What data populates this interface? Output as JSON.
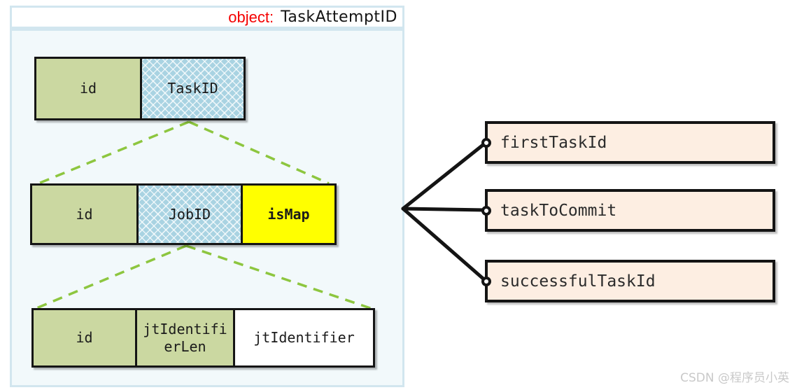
{
  "title": {
    "prefix": "object:",
    "name": "TaskAttemptID"
  },
  "colors": {
    "panel_background": "#f2f9fb",
    "panel_border": "#d2e6ef",
    "field_green": "#cbd8a1",
    "field_hatch_blue": "#a9d3e2",
    "field_yellow": "#ffff00",
    "reference_peach": "#fdeee2",
    "title_prefix_red": "#f40000",
    "dashed_line_green": "#8dc63f",
    "connector_black": "#141414"
  },
  "rows": [
    {
      "cells": [
        {
          "label": "id"
        },
        {
          "label": "TaskID"
        }
      ]
    },
    {
      "cells": [
        {
          "label": "id"
        },
        {
          "label": "JobID"
        },
        {
          "label": "isMap"
        }
      ]
    },
    {
      "cells": [
        {
          "label": "id"
        },
        {
          "label": "jtIdentifierLen"
        },
        {
          "label": "jtIdentifier"
        }
      ]
    }
  ],
  "references": [
    {
      "label": "firstTaskId"
    },
    {
      "label": "taskToCommit"
    },
    {
      "label": "successfulTaskId"
    }
  ],
  "watermark": "CSDN @程序员小英"
}
